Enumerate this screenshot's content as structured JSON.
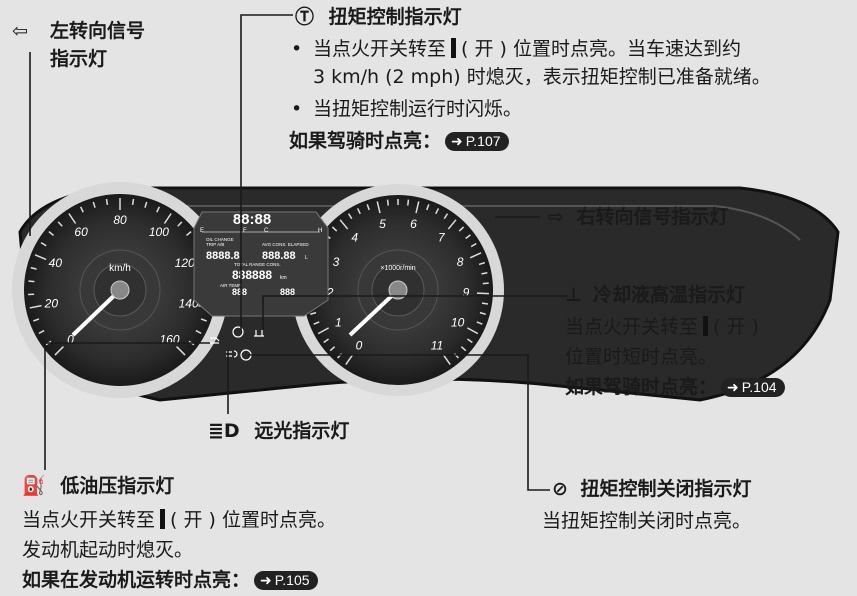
{
  "left_turn": {
    "title_line1": "左转向信号",
    "title_line2": "指示灯"
  },
  "torque_control": {
    "title": "扭矩控制指示灯",
    "bullet1_line1_a": "当点火开关转至",
    "bullet1_line1_b": "( 开 ) 位置时点亮。当车速达到约",
    "bullet1_line2": "3 km/h (2 mph) 时熄灭，表示扭矩控制已准备就绪。",
    "bullet2": "当扭矩控制运行时闪烁。",
    "if_lit": "如果驾骑时点亮：",
    "page_ref": "P.107"
  },
  "right_turn": {
    "title": "右转向信号指示灯"
  },
  "coolant": {
    "title": "冷却液高温指示灯",
    "line1_a": "当点火开关转至",
    "line1_b": "( 开 )",
    "line2": "位置时短时点亮。",
    "if_lit": "如果驾骑时点亮：",
    "page_ref": "P.104"
  },
  "high_beam": {
    "title": "远光指示灯"
  },
  "oil_pressure": {
    "title": "低油压指示灯",
    "line1_a": "当点火开关转至",
    "line1_b": "( 开 ) 位置时点亮。",
    "line2": "发动机起动时熄灭。",
    "if_lit": "如果在发动机运转时点亮：",
    "page_ref": "P.105"
  },
  "torque_off": {
    "title": "扭矩控制关闭指示灯",
    "desc": "当扭矩控制关闭时点亮。"
  },
  "gauge": {
    "speed_unit": "km/h",
    "speed_ticks": [
      "0",
      "20",
      "40",
      "60",
      "80",
      "100",
      "120",
      "140",
      "160"
    ],
    "rpm_unit": "×1000r/min",
    "rpm_ticks": [
      "0",
      "1",
      "2",
      "3",
      "4",
      "5",
      "6",
      "7",
      "8",
      "9",
      "10",
      "11"
    ],
    "clock": "88:88",
    "lcd_oil_change": "OIL CHANGE",
    "lcd_trip": "TRIP A/B",
    "lcd_avg": "AVG CONS. ELAPSED",
    "lcd_total": "TOTAL RANGE CONS.",
    "lcd_air": "AIR TEMP",
    "lcd_digits1": "8888.8",
    "lcd_digits2": "888.88",
    "lcd_digits3": "888888",
    "lcd_digits4": "888",
    "lcd_unit_km": "km",
    "lcd_unit_l": "L",
    "fuel_e": "E",
    "fuel_f": "F",
    "temp_c": "C",
    "temp_h": "H"
  }
}
